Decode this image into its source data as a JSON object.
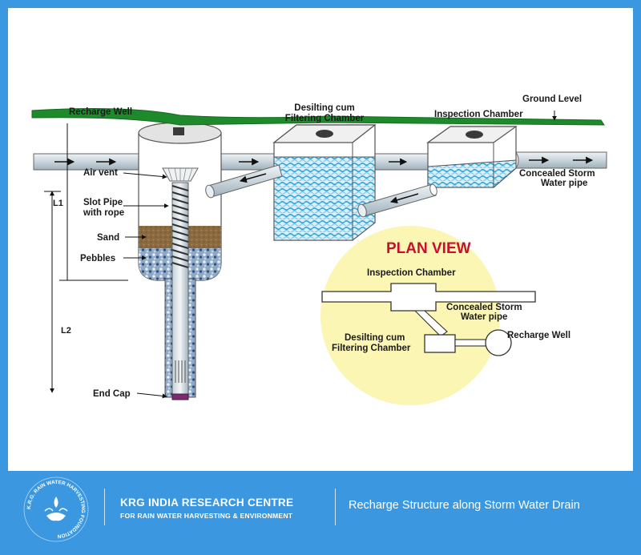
{
  "diagram": {
    "labels": {
      "recharge_well": "Recharge Well",
      "desilting_line1": "Desilting cum",
      "desilting_line2": "Filtering Chamber",
      "inspection_chamber": "Inspection Chamber",
      "ground_level": "Ground Level",
      "air_vent": "Air vent",
      "slot_pipe_line1": "Slot Pipe",
      "slot_pipe_line2": "with rope",
      "sand": "Sand",
      "pebbles": "Pebbles",
      "end_cap": "End Cap",
      "concealed_line1": "Concealed Storm",
      "concealed_line2": "Water pipe",
      "l1": "L1",
      "l2": "L2"
    },
    "plan_view": {
      "title": "PLAN VIEW",
      "inspection_chamber": "Inspection Chamber",
      "concealed_line1": "Concealed Storm",
      "concealed_line2": "Water pipe",
      "recharge_well": "Recharge Well",
      "desilting_line1": "Desilting cum",
      "desilting_line2": "Filtering Chamber"
    },
    "colors": {
      "ground": "#1f8a2c",
      "water": "#3aa6d6",
      "sand": "#8a6a3e",
      "plan_disc": "#fbf6b4",
      "plan_title": "#c8102e"
    }
  },
  "footer": {
    "logo_text": "K.R.G. RAIN WATER HARVESTING FOUNDATION",
    "org_name": "KRG INDIA RESEARCH CENTRE",
    "org_sub": "FOR RAIN WATER HARVESTING & ENVIRONMENT",
    "caption": "Recharge Structure along  Storm Water Drain",
    "background": "#3a97e0"
  }
}
